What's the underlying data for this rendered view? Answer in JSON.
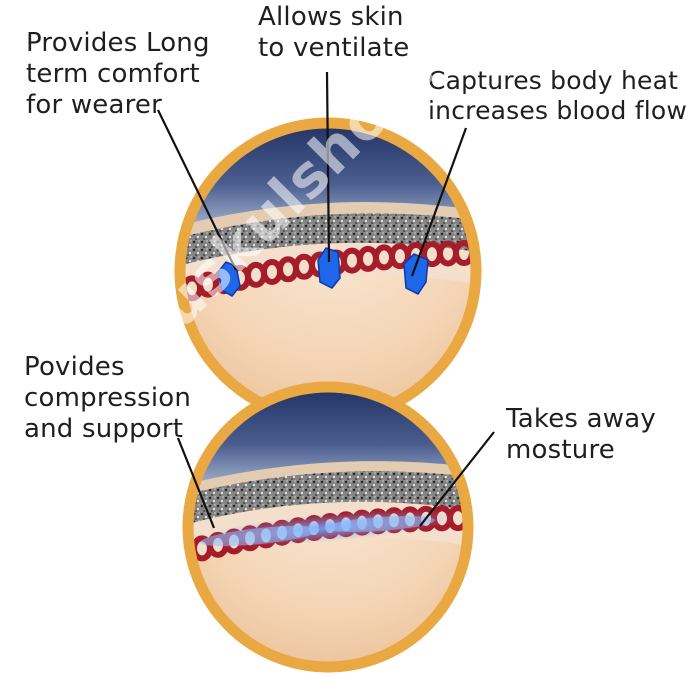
{
  "labels": {
    "long_term_comfort": [
      "Provides Long",
      "term comfort",
      "for wearer"
    ],
    "ventilate": [
      "Allows skin",
      "to ventilate"
    ],
    "body_heat": [
      "Captures body heat",
      "increases blood flow"
    ],
    "compression": [
      "Povides",
      "compression",
      "and support"
    ],
    "moisture": [
      "Takes away",
      "mosture"
    ]
  },
  "watermark": "muskulshop.com.ua",
  "colors": {
    "ring": "#e9a842",
    "sky_top": "#1c2d5e",
    "sky_bottom": "#a7b7d0",
    "fabric_gray": "#777777",
    "fabric_red": "#a51d2b",
    "fabric_beige": "#e3ccb2",
    "skin_bottom": "#e6b98c",
    "channel_blue": "#1f66e8"
  }
}
